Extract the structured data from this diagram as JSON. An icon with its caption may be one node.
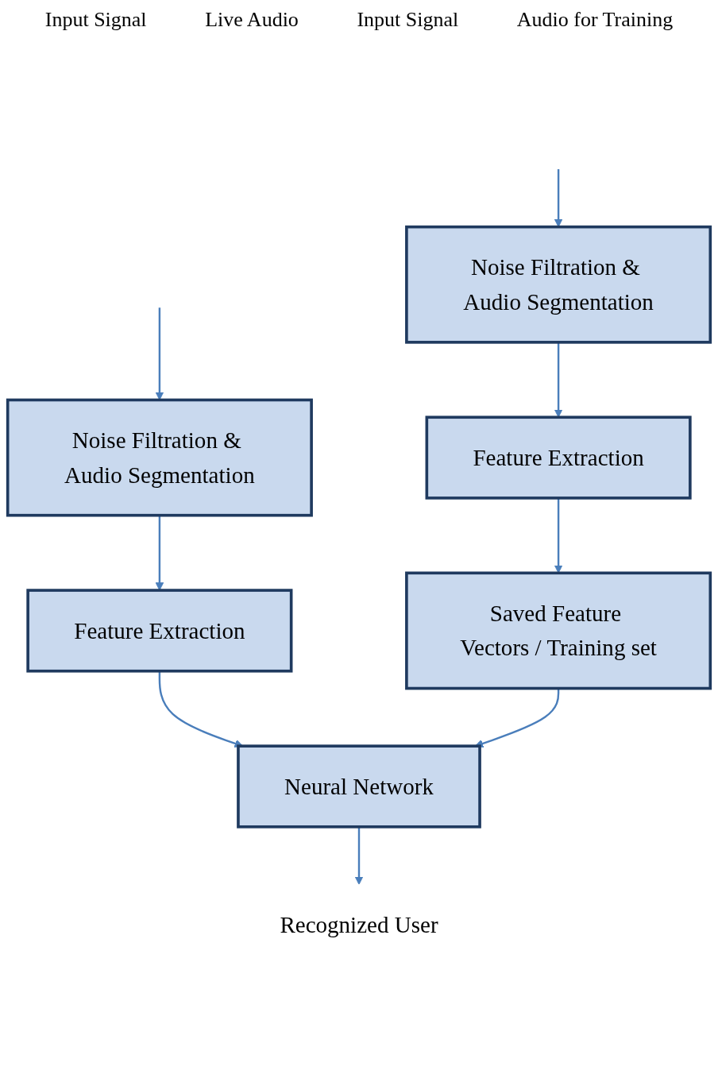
{
  "diagram": {
    "nodes": [
      {
        "text": [
          "Noise Filtration & Audio Segmentation"
        ]
      },
      {
        "text": [
          "Feature Extraction"
        ]
      },
      {
        "text": [
          "Noise Filtration & Audio Segmentation"
        ]
      },
      {
        "text": [
          "Feature Extraction"
        ]
      },
      {
        "text": [
          "Saved Feature Vectors / Training set"
        ]
      },
      {
        "text": [
          "Neural Network"
        ]
      },
      {
        "text": [
          "Recognized User"
        ]
      }
    ],
    "edges": [
      {
        "from": null,
        "to": 0,
        "arrow": "to"
      },
      {
        "from": 0,
        "to": 1,
        "arrow": "to"
      },
      {
        "from": null,
        "to": 2,
        "arrow": "to"
      },
      {
        "from": 2,
        "to": 3,
        "arrow": "to"
      },
      {
        "from": 3,
        "to": 4,
        "arrow": "to"
      },
      {
        "from": 1,
        "to": 5,
        "arrow": "to"
      },
      {
        "from": 4,
        "to": 5,
        "arrow": "to"
      },
      {
        "from": 5,
        "to": 6,
        "arrow": "to"
      }
    ],
    "labels": [
      "Input Signal",
      "Live Audio",
      "Input Signal",
      "Audio for Training"
    ]
  }
}
